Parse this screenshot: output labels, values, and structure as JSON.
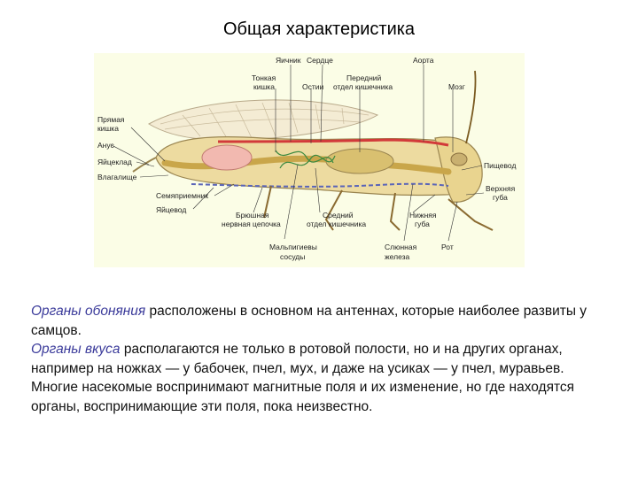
{
  "title": "Общая характеристика",
  "figure": {
    "labels": {
      "ovary": "Яичник",
      "heart": "Сердце",
      "aorta": "Аорта",
      "small_intestine_1": "Тонкая",
      "small_intestine_2": "кишка",
      "ostia": "Остии",
      "foregut_1": "Передний",
      "foregut_2": "отдел кишечника",
      "brain": "Мозг",
      "rectum_1": "Прямая",
      "rectum_2": "кишка",
      "anus": "Анус",
      "ovipositor": "Яйцеклад",
      "vagina": "Влагалище",
      "esophagus": "Пищевод",
      "upper_lip_1": "Верхняя",
      "upper_lip_2": "губа",
      "seminal_receptacle": "Семяприемник",
      "oviduct": "Яйцевод",
      "nerve_cord_1": "Брюшная",
      "nerve_cord_2": "нервная цепочка",
      "midgut_1": "Средний",
      "midgut_2": "отдел кишечника",
      "lower_lip_1": "Нижняя",
      "lower_lip_2": "губа",
      "malpighian_1": "Мальпигиевы",
      "malpighian_2": "сосуды",
      "salivary_1": "Слюнная",
      "salivary_2": "железа",
      "mouth": "Рот"
    }
  },
  "body": {
    "p1_term": "Органы обоняния",
    "p1_rest": " расположены в основном на антеннах, которые наиболее развиты у самцов.",
    "p2_term": "Органы вкуса",
    "p2_rest": " располагаются не только в ротовой полости, но и на других органах, например на ножках — у бабочек, пчел, мух, и даже на усиках — у пчел, муравьев.",
    "p3": "Многие насекомые воспринимают магнитные поля и их изменение, но где находятся органы, воспринимающие эти поля, пока неизвестно."
  }
}
